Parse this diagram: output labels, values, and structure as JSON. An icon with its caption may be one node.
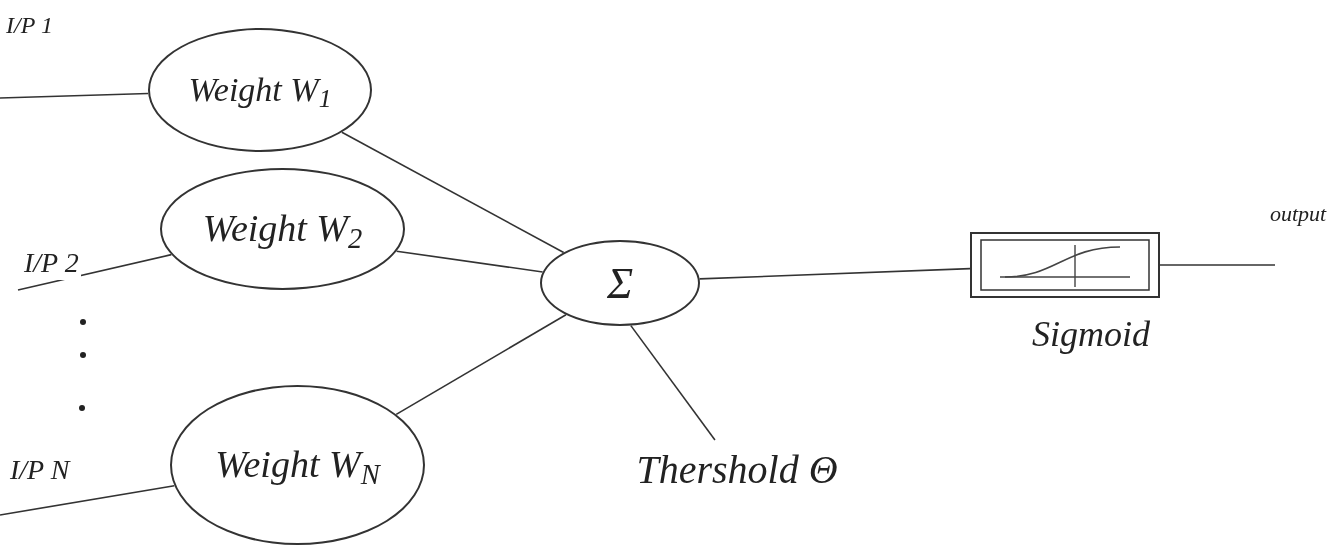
{
  "diagram": {
    "nodes": [
      {
        "text": [
          "Weight W$_{1}$"
        ]
      },
      {
        "text": [
          "Weight W$_{2}$"
        ]
      },
      {
        "text": [
          "Weight W$_{N}$"
        ]
      },
      {
        "text": [
          "Σ"
        ]
      },
      {
        "text": [],
        "shape": "box",
        "beside": [
          "Sigmoid"
        ]
      },
      {
        "text": [
          "Thershold Θ"
        ]
      }
    ],
    "edges": [
      {
        "from": null,
        "to": 0,
        "arrow": "none",
        "label": "I/P 1"
      },
      {
        "from": null,
        "to": 1,
        "arrow": "none",
        "label": "I/P 2"
      },
      {
        "from": null,
        "to": 2,
        "arrow": "none",
        "label": "I/P N"
      },
      {
        "from": 0,
        "to": 3,
        "arrow": "none"
      },
      {
        "from": 1,
        "to": 3,
        "arrow": "none"
      },
      {
        "from": 2,
        "to": 3,
        "arrow": "none"
      },
      {
        "from": 3,
        "to": 4,
        "arrow": "none"
      },
      {
        "from": 3,
        "to": 5,
        "arrow": "none"
      },
      {
        "from": 4,
        "to": null,
        "arrow": "none",
        "label": "output"
      }
    ]
  }
}
